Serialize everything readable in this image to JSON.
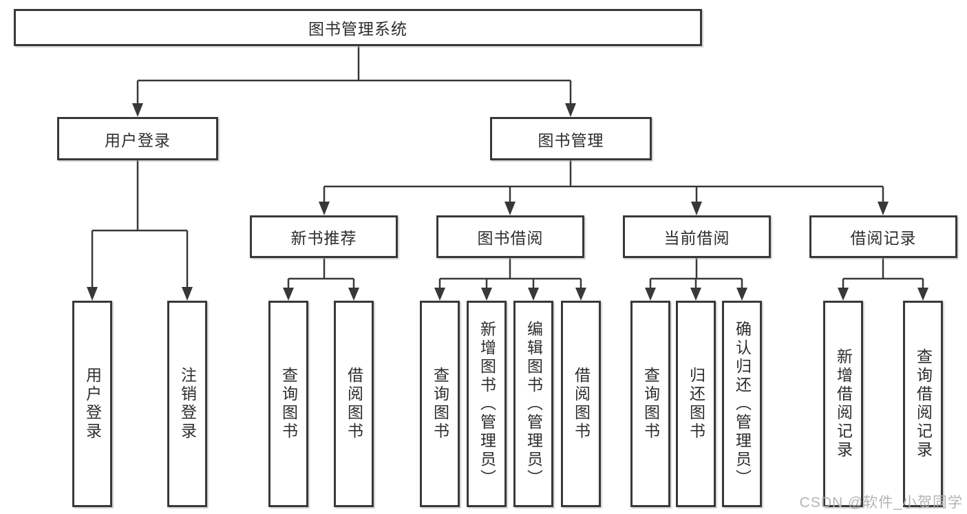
{
  "nodes": {
    "root": {
      "label": "图书管理系统"
    },
    "level1": [
      {
        "label": "用户登录"
      },
      {
        "label": "图书管理"
      }
    ],
    "level2": [
      {
        "label": "新书推荐"
      },
      {
        "label": "图书借阅"
      },
      {
        "label": "当前借阅"
      },
      {
        "label": "借阅记录"
      }
    ],
    "leaves_user_login": [
      {
        "label": "用户登录"
      },
      {
        "label": "注销登录"
      }
    ],
    "leaves_new_book": [
      {
        "label": "查询图书"
      },
      {
        "label": "借阅图书"
      }
    ],
    "leaves_book_borrow": [
      {
        "label": "查询图书"
      },
      {
        "label": "新增图书（管理员）"
      },
      {
        "label": "编辑图书（管理员）"
      },
      {
        "label": "借阅图书"
      }
    ],
    "leaves_current_borrow": [
      {
        "label": "查询图书"
      },
      {
        "label": "归还图书"
      },
      {
        "label": "确认归还（管理员）"
      }
    ],
    "leaves_borrow_record": [
      {
        "label": "新增借阅记录"
      },
      {
        "label": "查询借阅记录"
      }
    ]
  },
  "watermark": "CSDN @软件_小贺同学",
  "colors": {
    "line": "#383838",
    "box_border": "#383838",
    "box_fill": "#ffffff",
    "text": "#2d2d2d",
    "watermark": "#b4b4b4",
    "background": "#ffffff"
  }
}
